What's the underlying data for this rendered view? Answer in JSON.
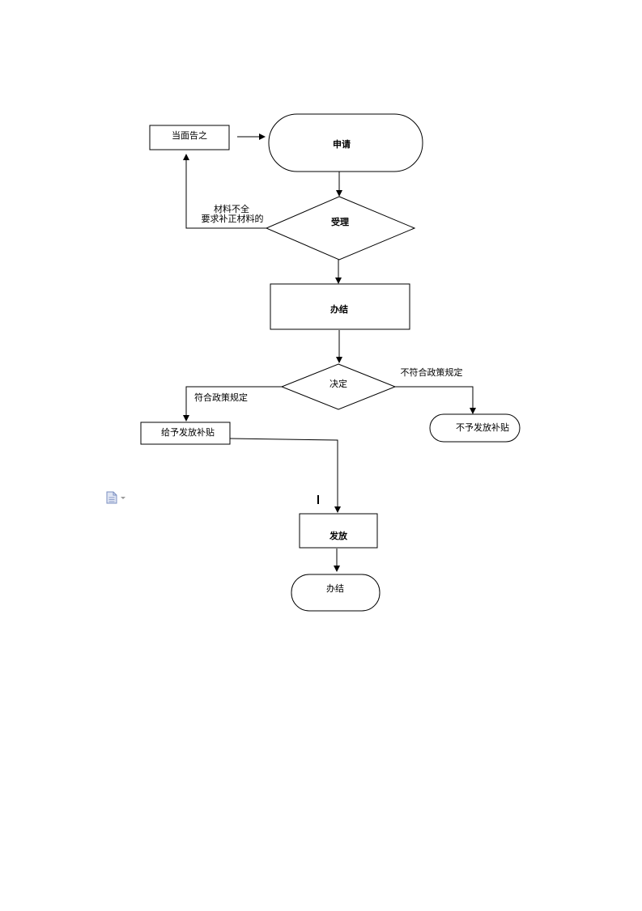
{
  "nodes": {
    "notify": "当面告之",
    "apply": "申请",
    "accept": "受理",
    "process": "办结",
    "decide": "决定",
    "grant": "给予发放补贴",
    "deny": "不予发放补贴",
    "issue": "发放",
    "finish": "办结"
  },
  "edges": {
    "incomplete_line1": "材料不全",
    "incomplete_line2": "要求补正材料的",
    "compliant": "符合政策规定",
    "noncompliant": "不符合政策规定"
  },
  "icons": {
    "document": "document-icon",
    "dropdown": "dropdown-caret-icon"
  },
  "colors": {
    "stroke": "#000000",
    "icon": "#7b8fc0"
  }
}
